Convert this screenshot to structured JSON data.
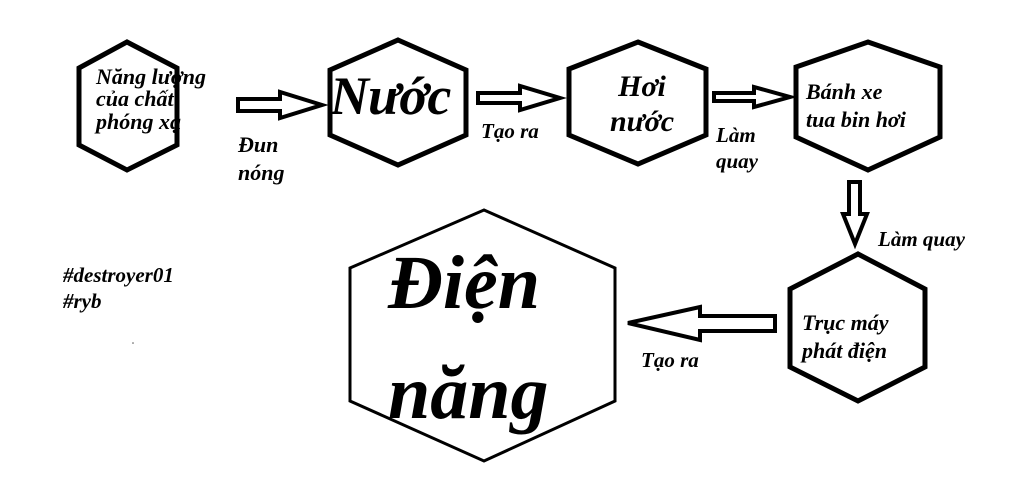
{
  "diagram": {
    "nodes": [
      {
        "id": "n1",
        "label_lines": [
          "Năng lượng",
          "của chất",
          "phóng xạ"
        ]
      },
      {
        "id": "n2",
        "label": "Nước"
      },
      {
        "id": "n3",
        "label_lines": [
          "Hơi",
          "nước"
        ]
      },
      {
        "id": "n4",
        "label_lines": [
          "Bánh xe",
          "tua bin hơi"
        ]
      },
      {
        "id": "n5",
        "label_lines": [
          "Trục máy",
          "phát điện"
        ]
      },
      {
        "id": "n6",
        "label_lines": [
          "Điện",
          "năng"
        ]
      }
    ],
    "edges": [
      {
        "from": "n1",
        "to": "n2",
        "label_lines": [
          "Đun",
          "nóng"
        ]
      },
      {
        "from": "n2",
        "to": "n3",
        "label": "Tạo ra"
      },
      {
        "from": "n3",
        "to": "n4",
        "label_lines": [
          "Làm",
          "quay"
        ]
      },
      {
        "from": "n4",
        "to": "n5",
        "label": "Làm quay"
      },
      {
        "from": "n5",
        "to": "n6",
        "label": "Tạo ra"
      }
    ],
    "tags": [
      "#destroyer01",
      "#ryb"
    ],
    "colors": {
      "stroke": "#000000",
      "background": "#ffffff",
      "text": "#000000"
    }
  }
}
